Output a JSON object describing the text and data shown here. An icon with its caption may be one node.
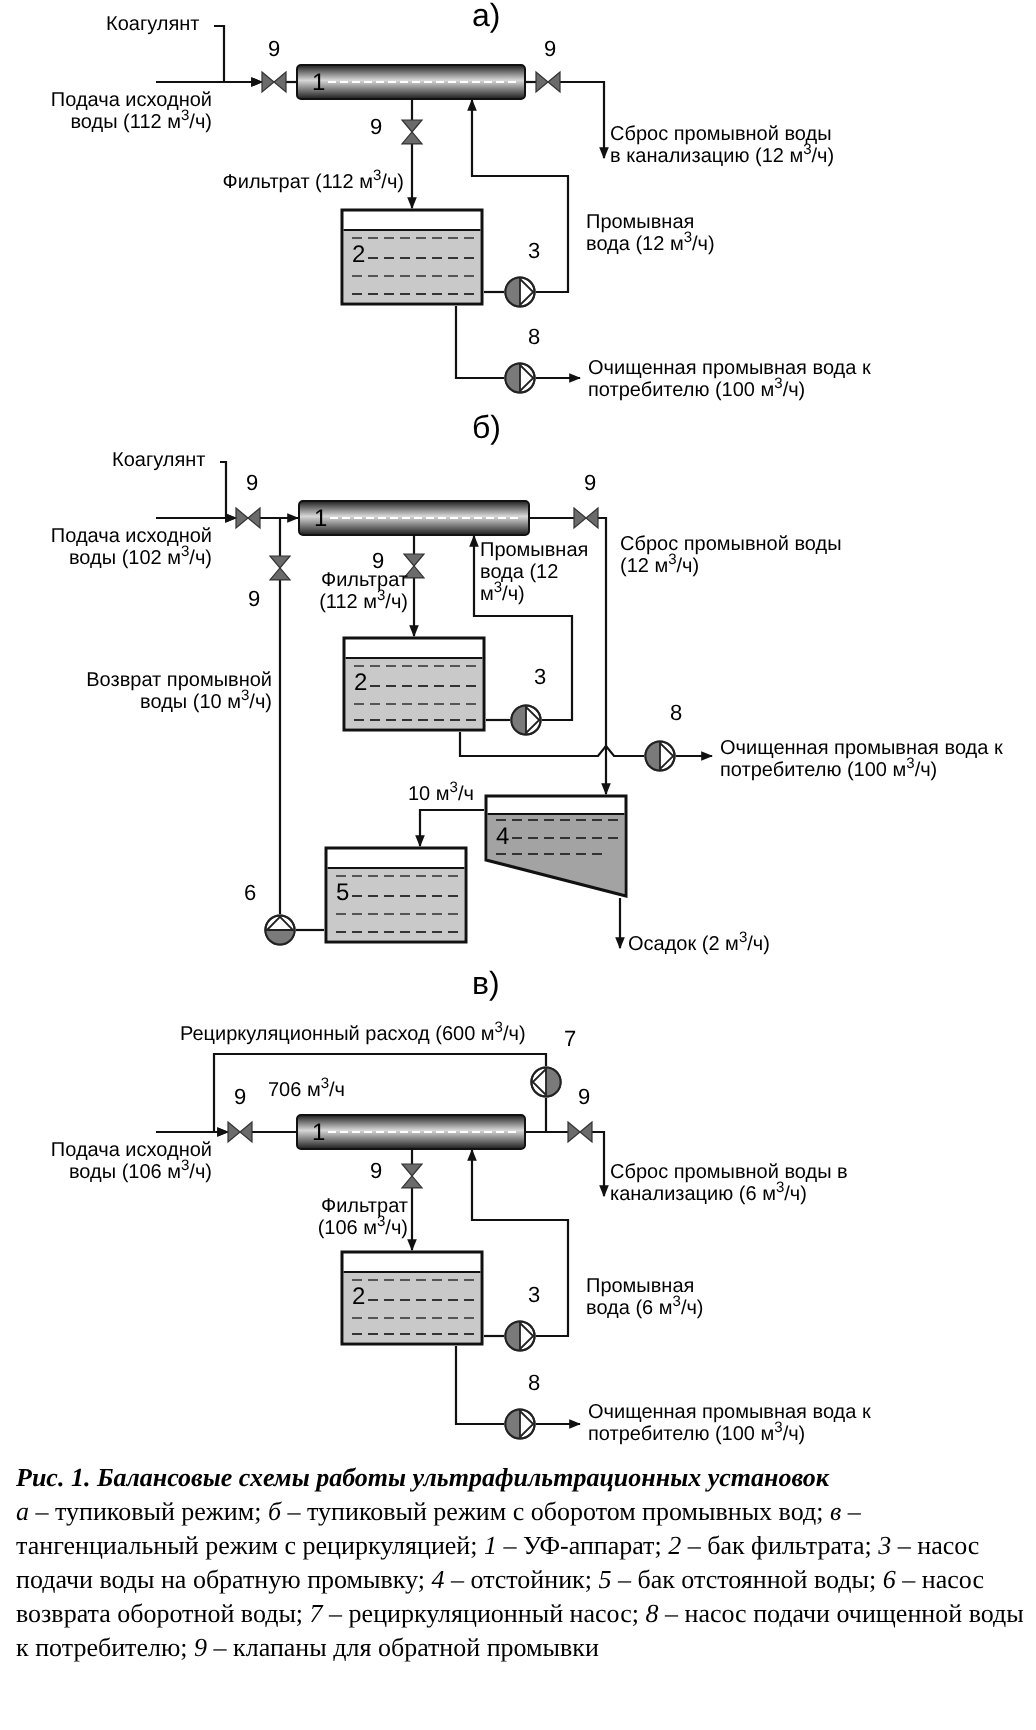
{
  "diagram": {
    "title": "Рис. 1. Балансовые схемы работы ультрафильтрационных установок",
    "caption": "*а* – тупиковый режим; *б* – тупиковый режим с оборотом промывных вод; *в* – тангенциальный режим с рециркуляцией; *1* – УФ-аппарат; *2* – бак фильтрата; *3* – насос подачи воды на обратную промывку; *4* – отстойник; *5* – бак отстоянной воды; *6* – насос возврата оборотной воды; *7* – рециркуляционный насос; *8* – насос подачи очищенной воды к потребителю; *9* – клапаны для обратной промывки",
    "nodes": [
      {
        "text": [
          "1"
        ]
      },
      {
        "text": [
          "2"
        ]
      },
      {
        "text": [],
        "shape": "valve",
        "beside": [
          "9"
        ]
      },
      {
        "text": [],
        "shape": "valve",
        "beside": [
          "9"
        ]
      },
      {
        "text": [],
        "shape": "valve",
        "beside": [
          "9"
        ]
      },
      {
        "text": [],
        "shape": "pump",
        "beside": [
          "3"
        ]
      },
      {
        "text": [],
        "shape": "pump",
        "beside": [
          "8"
        ]
      },
      {
        "text": [
          "Коагулянт"
        ]
      },
      {
        "text": [
          "1"
        ]
      },
      {
        "text": [
          "2"
        ]
      },
      {
        "text": [
          "4"
        ]
      },
      {
        "text": [
          "5"
        ]
      },
      {
        "text": [],
        "shape": "valve",
        "beside": [
          "9"
        ]
      },
      {
        "text": [],
        "shape": "valve",
        "beside": [
          "9"
        ]
      },
      {
        "text": [],
        "shape": "valve",
        "beside": [
          "9"
        ]
      },
      {
        "text": [],
        "shape": "valve",
        "beside": [
          "9"
        ]
      },
      {
        "text": [],
        "shape": "pump",
        "beside": [
          "3"
        ]
      },
      {
        "text": [],
        "shape": "pump",
        "beside": [
          "8"
        ]
      },
      {
        "text": [],
        "shape": "pump",
        "beside": [
          "6"
        ]
      },
      {
        "text": [
          "Коагулянт"
        ]
      },
      {
        "text": [
          "1"
        ]
      },
      {
        "text": [
          "2"
        ]
      },
      {
        "text": [],
        "shape": "valve",
        "beside": [
          "9"
        ]
      },
      {
        "text": [],
        "shape": "valve",
        "beside": [
          "9"
        ]
      },
      {
        "text": [],
        "shape": "valve",
        "beside": [
          "9"
        ]
      },
      {
        "text": [],
        "shape": "pump",
        "beside": [
          "3"
        ]
      },
      {
        "text": [],
        "shape": "pump",
        "beside": [
          "8"
        ]
      },
      {
        "text": [],
        "shape": "pump",
        "beside": [
          "7"
        ]
      }
    ],
    "edges": [
      {
        "from": 7,
        "to": 2,
        "arrow": "to"
      },
      {
        "from": null,
        "to": 2,
        "arrow": "to",
        "label": "Подача исходной воды (112 м$^{3}$/ч)"
      },
      {
        "from": 2,
        "to": 0,
        "arrow": "none"
      },
      {
        "from": 0,
        "to": 3,
        "arrow": "none"
      },
      {
        "from": 3,
        "to": null,
        "arrow": "to",
        "label": "Сброс промывной воды в канализацию (12 м$^{3}$/ч)"
      },
      {
        "from": 0,
        "to": 4,
        "arrow": "none"
      },
      {
        "from": 4,
        "to": 1,
        "arrow": "to",
        "label": "Фильтрат (112 м$^{3}$/ч)"
      },
      {
        "from": 1,
        "to": 5,
        "arrow": "none"
      },
      {
        "from": 5,
        "to": 0,
        "arrow": "to",
        "label": "Промывная вода (12 м$^{3}$/ч)"
      },
      {
        "from": 1,
        "to": 6,
        "arrow": "none"
      },
      {
        "from": 6,
        "to": null,
        "arrow": "to",
        "label": "Очищенная промывная вода к потребителю (100 м$^{3}$/ч)"
      },
      {
        "from": 19,
        "to": 12,
        "arrow": "to"
      },
      {
        "from": null,
        "to": 12,
        "arrow": "to",
        "label": "Подача исходной воды (102 м$^{3}$/ч)"
      },
      {
        "from": 12,
        "to": 8,
        "arrow": "none"
      },
      {
        "from": 8,
        "to": 13,
        "arrow": "none"
      },
      {
        "from": 13,
        "to": 10,
        "arrow": "to",
        "label": "Сброс промывной воды (12 м$^{3}$/ч)"
      },
      {
        "from": 8,
        "to": 14,
        "arrow": "none"
      },
      {
        "from": 14,
        "to": 9,
        "arrow": "to",
        "label": "Фильтрат (112 м$^{3}$/ч)"
      },
      {
        "from": 9,
        "to": 16,
        "arrow": "none"
      },
      {
        "from": 16,
        "to": 8,
        "arrow": "to",
        "label": "Промывная вода (12 м$^{3}$/ч)"
      },
      {
        "from": 9,
        "to": 17,
        "arrow": "none"
      },
      {
        "from": 17,
        "to": null,
        "arrow": "to",
        "label": "Очищенная промывная вода к потребителю (100 м$^{3}$/ч)"
      },
      {
        "from": 10,
        "to": 11,
        "arrow": "to",
        "label": "10 м$^{3}$/ч"
      },
      {
        "from": 10,
        "to": null,
        "arrow": "to",
        "label": "Осадок (2 м$^{3}$/ч)"
      },
      {
        "from": 11,
        "to": 18,
        "arrow": "none"
      },
      {
        "from": 18,
        "to": 15,
        "arrow": "none",
        "label": "Возврат промывной воды (10 м$^{3}$/ч)"
      },
      {
        "from": 15,
        "to": 8,
        "arrow": "to"
      },
      {
        "from": null,
        "to": 22,
        "arrow": "to",
        "label": "Подача исходной воды (106 м$^{3}$/ч)"
      },
      {
        "from": 22,
        "to": 20,
        "arrow": "none",
        "label": "706 м$^{3}$/ч"
      },
      {
        "from": 20,
        "to": 23,
        "arrow": "none"
      },
      {
        "from": 23,
        "to": null,
        "arrow": "to",
        "label": "Сброс промывной воды в канализацию (6 м$^{3}$/ч)"
      },
      {
        "from": 20,
        "to": 27,
        "arrow": "none"
      },
      {
        "from": 27,
        "to": 22,
        "arrow": "to",
        "label": "Рециркуляционный расход (600 м$^{3}$/ч)"
      },
      {
        "from": 20,
        "to": 24,
        "arrow": "none"
      },
      {
        "from": 24,
        "to": 21,
        "arrow": "to",
        "label": "Фильтрат (106 м$^{3}$/ч)"
      },
      {
        "from": 21,
        "to": 25,
        "arrow": "none"
      },
      {
        "from": 25,
        "to": 20,
        "arrow": "to",
        "label": "Промывная вода (6 м$^{3}$/ч)"
      },
      {
        "from": 21,
        "to": 26,
        "arrow": "none"
      },
      {
        "from": 26,
        "to": null,
        "arrow": "to",
        "label": "Очищенная промывная вода к потребителю (100 м$^{3}$/ч)"
      }
    ],
    "labels": [
      "а)",
      "б)",
      "в)"
    ]
  }
}
